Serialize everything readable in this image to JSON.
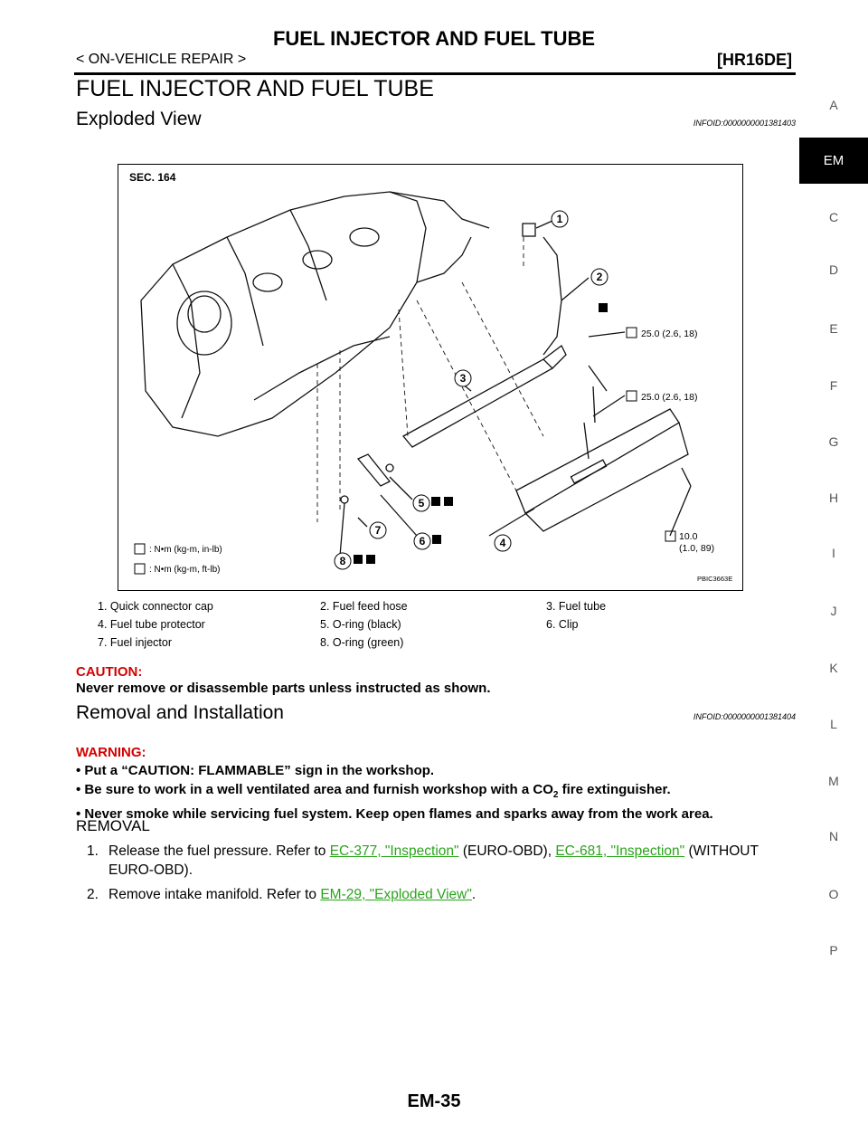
{
  "header": {
    "running_title": "FUEL INJECTOR AND FUEL TUBE",
    "breadcrumb": "< ON-VEHICLE REPAIR >",
    "model": "[HR16DE]"
  },
  "section": {
    "title": "FUEL INJECTOR AND FUEL TUBE"
  },
  "exploded_view": {
    "title": "Exploded View",
    "info_id": "INFOID:0000000001381403",
    "figure": {
      "sec_label": "SEC. 164",
      "fig_id": "PBIC3663E",
      "torque_1": "25.0 (2.6, 18)",
      "torque_2": "25.0 (2.6, 18)",
      "torque_3_line1": "10.0",
      "torque_3_line2": "(1.0, 89)",
      "unit_inlb": ": N•m (kg-m, in-lb)",
      "unit_ftlb": ": N•m (kg-m, ft-lb)",
      "callouts": [
        "1",
        "2",
        "3",
        "4",
        "5",
        "6",
        "7",
        "8"
      ]
    },
    "legend": [
      "1.   Quick connector cap",
      "2.   Fuel feed hose",
      "3.   Fuel tube",
      "4.   Fuel tube protector",
      "5.   O-ring (black)",
      "6.   Clip",
      "7.   Fuel injector",
      "8.   O-ring (green)",
      ""
    ]
  },
  "caution": {
    "title": "CAUTION:",
    "text": "Never remove or disassemble parts unless instructed as shown."
  },
  "removal_installation": {
    "title": "Removal and Installation",
    "info_id": "INFOID:0000000001381404"
  },
  "warning": {
    "title": "WARNING:",
    "item1": "Put a “CAUTION: FLAMMABLE” sign in the workshop.",
    "item2_a": "Be sure to work in a well ventilated area and furnish workshop with a CO",
    "item2_sub": "2",
    "item2_b": " fire extinguisher.",
    "item3": "Never smoke while servicing fuel system. Keep open flames and sparks away from the work area."
  },
  "removal": {
    "title": "REMOVAL",
    "step1_num": "1.",
    "step1_a": "Release the fuel pressure. Refer to ",
    "step1_link1": "EC-377, \"Inspection\"",
    "step1_b": " (EURO-OBD), ",
    "step1_link2": "EC-681, \"Inspection\"",
    "step1_c": " (WITHOUT",
    "step1_d": "EURO-OBD).",
    "step2_num": "2.",
    "step2_a": "Remove intake manifold. Refer to ",
    "step2_link": "EM-29, \"Exploded View\"",
    "step2_b": "."
  },
  "footer": {
    "page_number": "EM-35"
  },
  "side_nav": {
    "tabs": [
      "A",
      "EM",
      "C",
      "D",
      "E",
      "F",
      "G",
      "H",
      "I",
      "J",
      "K",
      "L",
      "M",
      "N",
      "O",
      "P"
    ],
    "active": "EM"
  },
  "colors": {
    "caution_red": "#d40000",
    "link_green": "#2aa41c",
    "active_tab_bg": "#000000"
  }
}
